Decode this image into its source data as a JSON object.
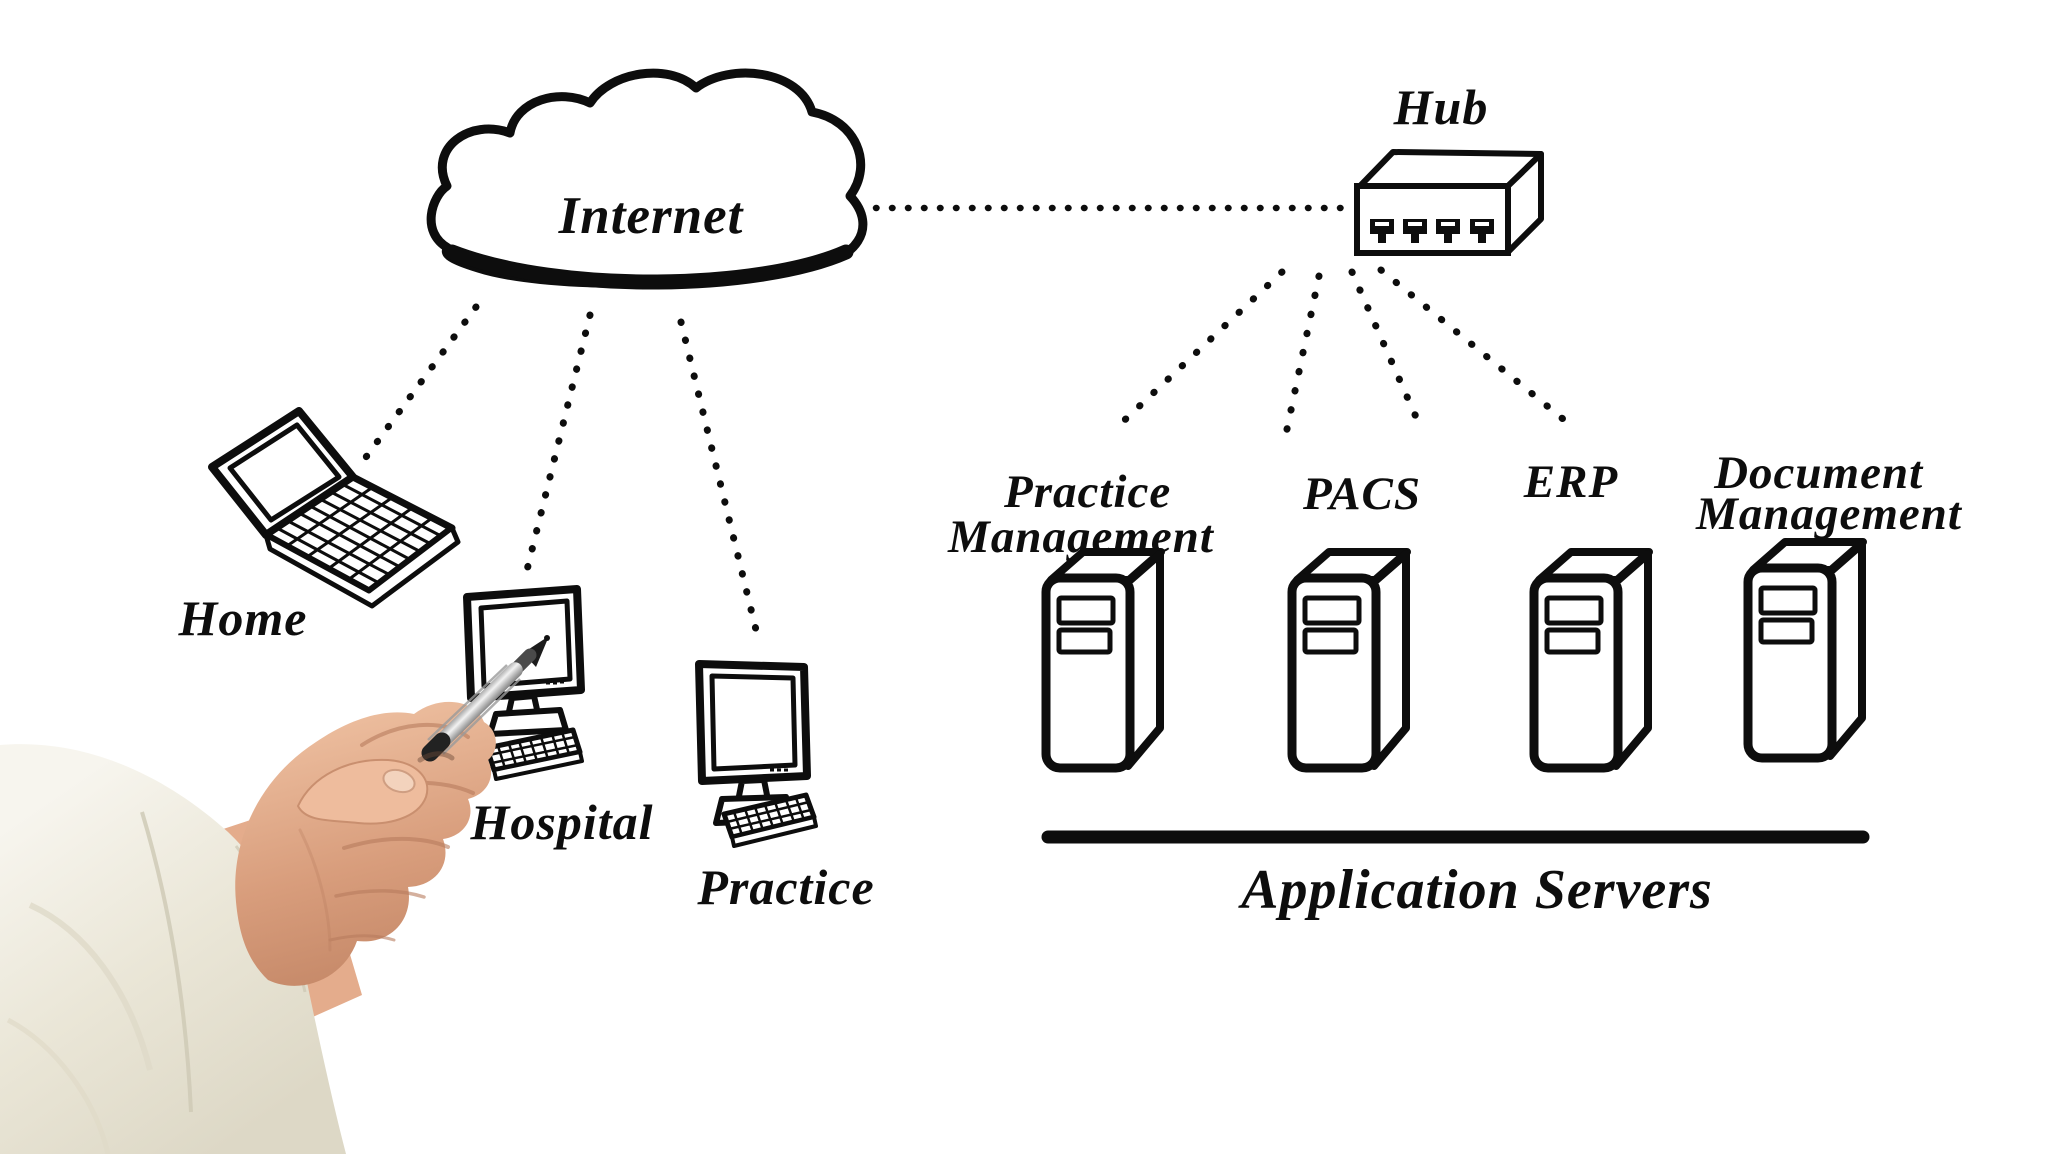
{
  "colors": {
    "background": "#ffffff",
    "ink": "#0d0d0d",
    "skin": "#e0a585",
    "sleeve": "#f1eee3",
    "pen_silver": "#d9d9d9"
  },
  "nodes": {
    "internet": {
      "label": "Internet"
    },
    "hub": {
      "label": "Hub"
    },
    "home": {
      "label": "Home"
    },
    "hospital": {
      "label": "Hospital"
    },
    "practice": {
      "label": "Practice"
    },
    "app_servers": {
      "group_label": "Application Servers",
      "items": [
        {
          "line1": "Practice",
          "line2": "Management"
        },
        {
          "line1": "PACS",
          "line2": ""
        },
        {
          "line1": "ERP",
          "line2": ""
        },
        {
          "line1": "Document",
          "line2": "Management"
        }
      ]
    }
  },
  "connections": [
    {
      "from": "Internet",
      "to": "Hub",
      "style": "dotted"
    },
    {
      "from": "Internet",
      "to": "Home",
      "style": "dotted"
    },
    {
      "from": "Internet",
      "to": "Hospital",
      "style": "dotted"
    },
    {
      "from": "Internet",
      "to": "Practice",
      "style": "dotted"
    },
    {
      "from": "Hub",
      "to": "Practice Management",
      "style": "dotted"
    },
    {
      "from": "Hub",
      "to": "PACS",
      "style": "dotted"
    },
    {
      "from": "Hub",
      "to": "ERP",
      "style": "dotted"
    },
    {
      "from": "Hub",
      "to": "Document Management",
      "style": "dotted"
    }
  ]
}
